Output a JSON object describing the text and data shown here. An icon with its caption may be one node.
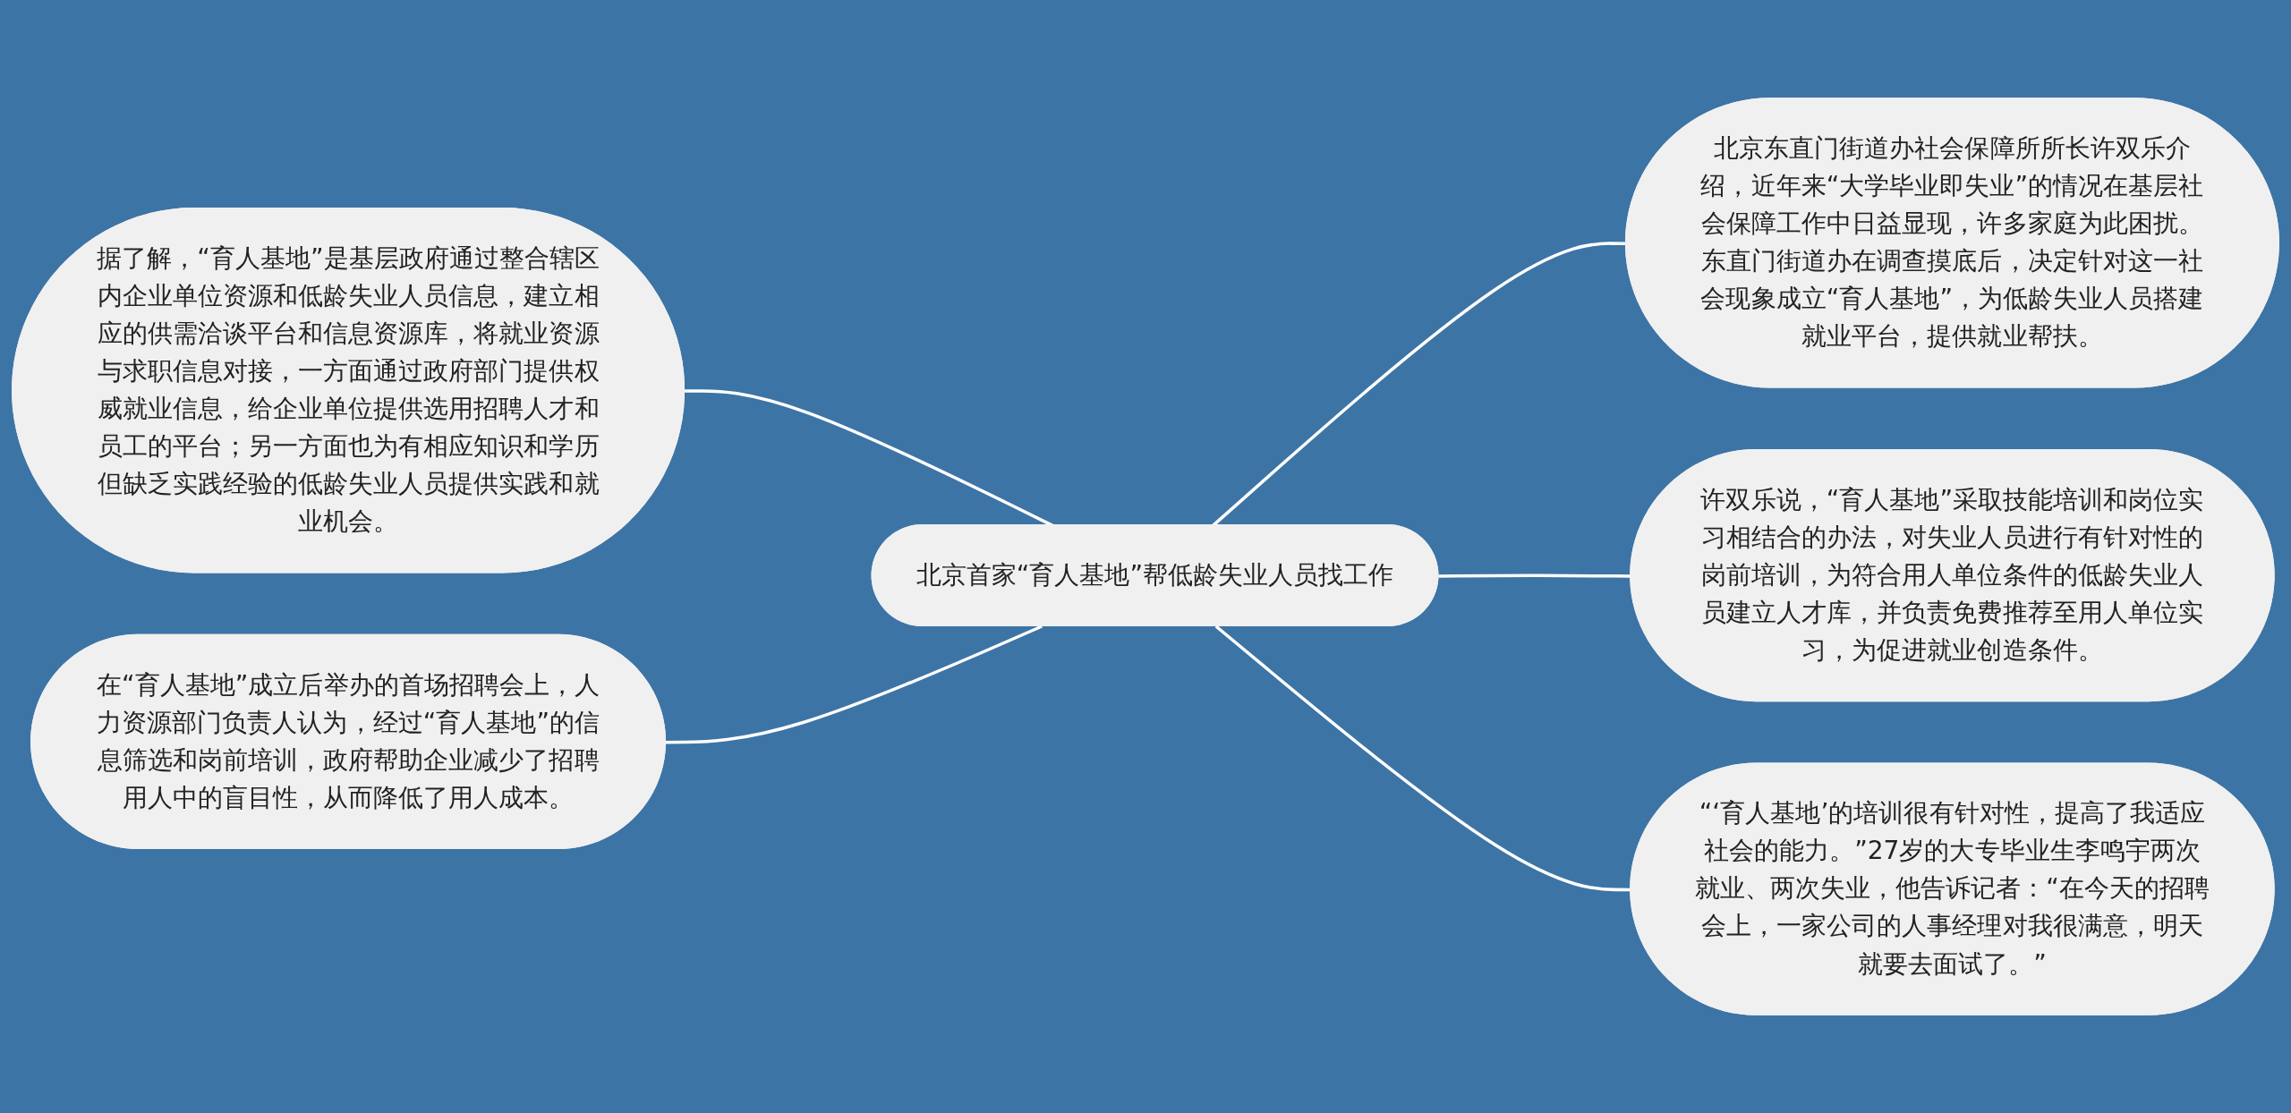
{
  "diagram": {
    "nodes": [
      {
        "text": [
          "北京首家“育人基地”帮低龄失业人员找工作"
        ]
      },
      {
        "text": [
          "据了解，“育人基地”是基层政府通过整合辖区内企业单位资源和低龄失业人员信息，建立相应的供需洽谈平台和信息资源库，将就业资源与求职信息对接，一方面通过政府部门提供权威就业信息，给企业单位提供选用招聘人才和员工的平台；另一方面也为有相应知识和学历但缺乏实践经验的低龄失业人员提供实践和就业机会。"
        ]
      },
      {
        "text": [
          "在“育人基地”成立后举办的首场招聘会上，人力资源部门负责人认为，经过“育人基地”的信息筛选和岗前培训，政府帮助企业减少了招聘用人中的盲目性，从而降低了用人成本。"
        ]
      },
      {
        "text": [
          "北京东直门街道办社会保障所所长许双乐介绍，近年来“大学毕业即失业”的情况在基层社会保障工作中日益显现，许多家庭为此困扰。东直门街道办在调查摸底后，决定针对这一社会现象成立“育人基地”，为低龄失业人员搭建就业平台，提供就业帮扶。"
        ]
      },
      {
        "text": [
          "许双乐说，“育人基地”采取技能培训和岗位实习相结合的办法，对失业人员进行有针对性的岗前培训，为符合用人单位条件的低龄失业人员建立人才库，并负责免费推荐至用人单位实习，为促进就业创造条件。"
        ]
      },
      {
        "text": [
          "“‘育人基地’的培训很有针对性，提高了我适应社会的能力。”27岁的大专毕业生李鸣宇两次就业、两次失业，他告诉记者：“在今天的招聘会上，一家公司的人事经理对我很满意，明天就要去面试了。”"
        ]
      }
    ],
    "edges": [
      {
        "from": 1,
        "to": 0,
        "arrow": "none"
      },
      {
        "from": 2,
        "to": 0,
        "arrow": "none"
      },
      {
        "from": 0,
        "to": 3,
        "arrow": "none"
      },
      {
        "from": 0,
        "to": 4,
        "arrow": "none"
      },
      {
        "from": 0,
        "to": 5,
        "arrow": "none"
      }
    ]
  }
}
